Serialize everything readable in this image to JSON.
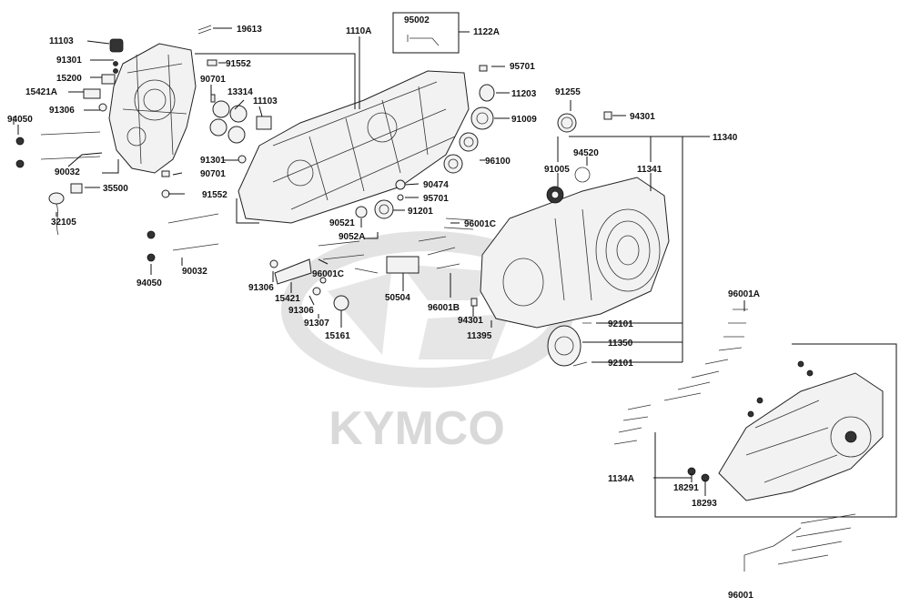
{
  "watermark": {
    "text": "KYMCO",
    "color": "#d9d9d9"
  },
  "labels": {
    "l11103a": "11103",
    "l19613": "19613",
    "l1110A": "1110A",
    "l95002": "95002",
    "l1122A": "1122A",
    "l91301a": "91301",
    "l91552a": "91552",
    "l95701a": "95701",
    "l15200": "15200",
    "l90701a": "90701",
    "l13314": "13314",
    "l11103b": "11103",
    "l11203": "11203",
    "l91255": "91255",
    "l15421A": "15421A",
    "l91306a": "91306",
    "l91009": "91009",
    "l94301a": "94301",
    "l94050a": "94050",
    "l11340": "11340",
    "l94520": "94520",
    "l96100": "96100",
    "l91301b": "91301",
    "l91005": "91005",
    "l11341": "11341",
    "l90032a": "90032",
    "l90701b": "90701",
    "l90474": "90474",
    "l35500": "35500",
    "l95701b": "95701",
    "l91552b": "91552",
    "l91201": "91201",
    "l90521": "90521",
    "l96001C_a": "96001C",
    "l32105": "32105",
    "l9052A": "9052A",
    "l90032b": "90032",
    "l96001C_b": "96001C",
    "l50504": "50504",
    "l96001A": "96001A",
    "l91306b": "91306",
    "l15421": "15421",
    "l94050b": "94050",
    "l96001B": "96001B",
    "l94301b": "94301",
    "l91306c": "91306",
    "l92101a": "92101",
    "l91307": "91307",
    "l11395": "11395",
    "l11350": "11350",
    "l15161": "15161",
    "l92101b": "92101",
    "l1134A": "1134A",
    "l18291": "18291",
    "l18293": "18293",
    "l96001": "96001"
  }
}
